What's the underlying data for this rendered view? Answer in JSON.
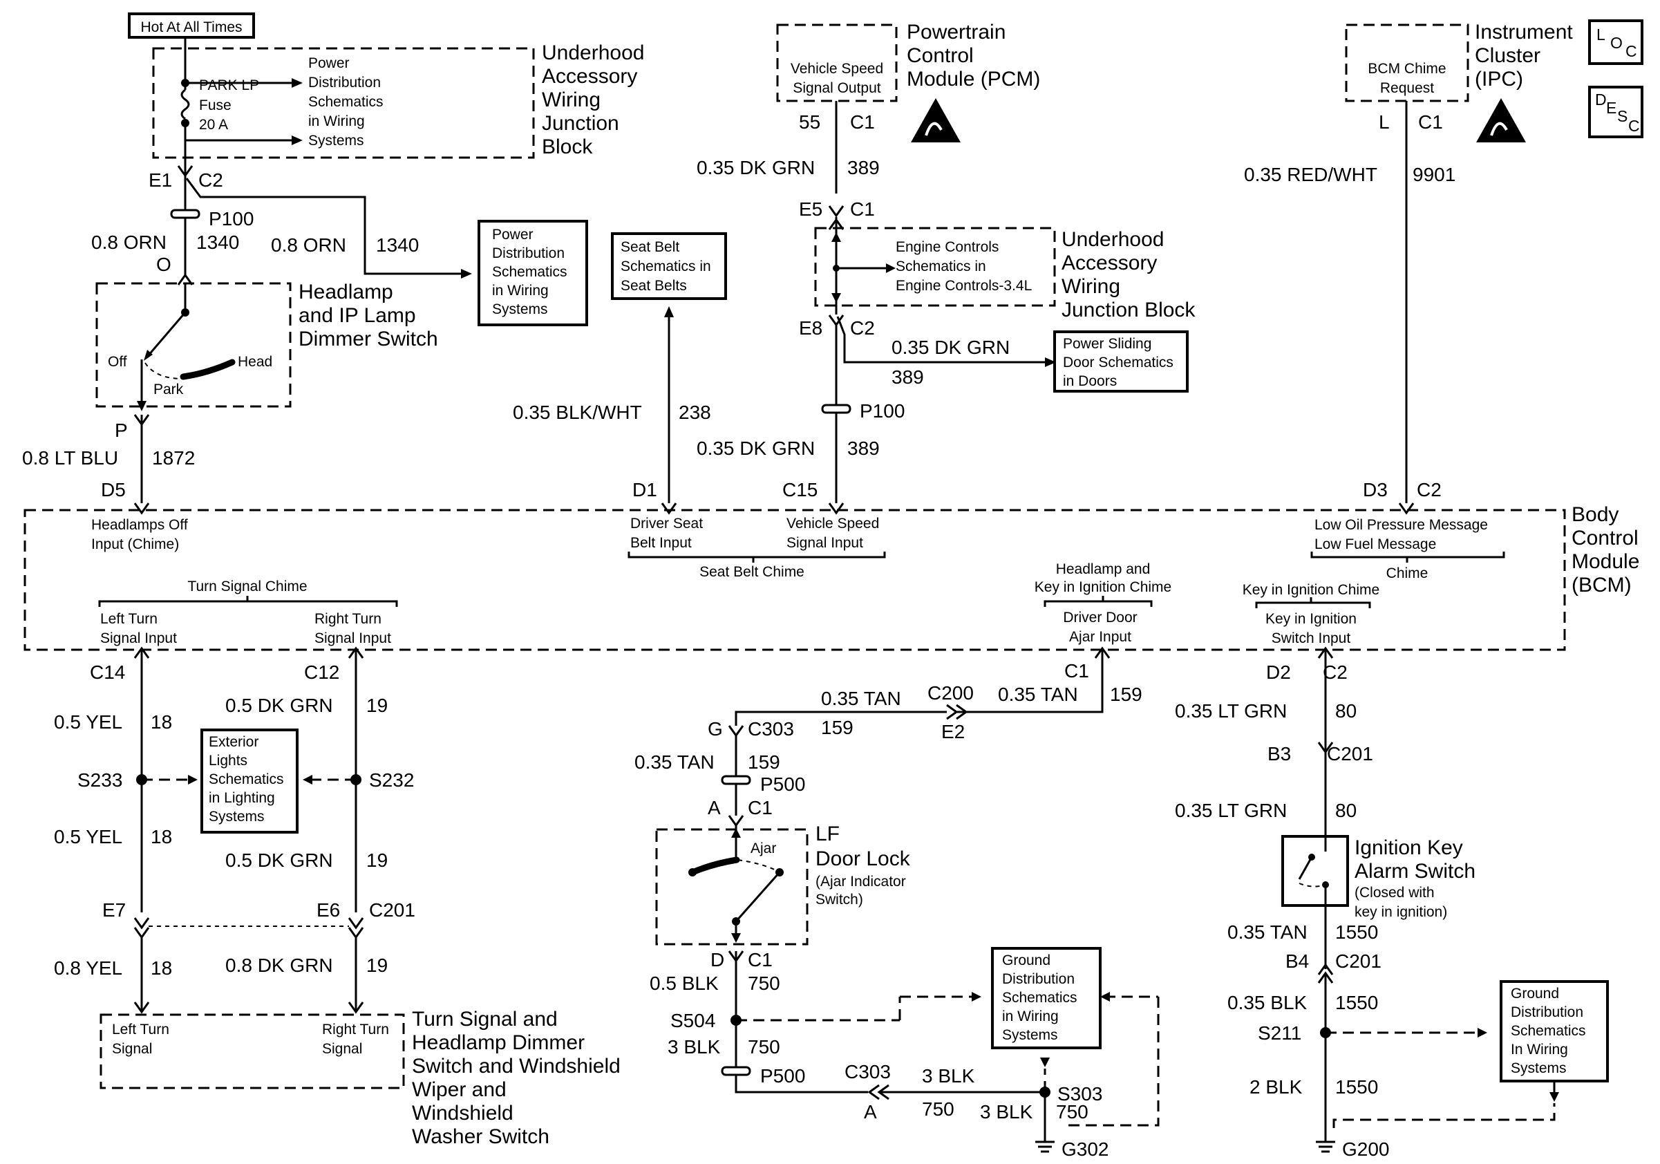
{
  "colors": {
    "ink": "#000000",
    "background": "#ffffff"
  },
  "icons": [
    "esd-warning-icon",
    "loc-icon",
    "desc-icon",
    "ground-symbol-icon",
    "fuse-icon",
    "connector-inline-icon"
  ],
  "hot": "Hot At All Times",
  "ujb1": {
    "fuse_name": "PARK LP",
    "fuse_word": "Fuse",
    "fuse_amp": "20 A",
    "ref1": [
      "Power",
      "Distribution",
      "Schematics",
      "in Wiring",
      "Systems"
    ],
    "title": [
      "Underhood",
      "Accessory",
      "Wiring",
      "Junction",
      "Block"
    ]
  },
  "left": {
    "e1": "E1",
    "c2": "C2",
    "p100": "P100",
    "w1": "0.8 ORN",
    "c1": "1340",
    "o": "O",
    "w2": "0.8 ORN",
    "c2b": "1340",
    "ref2": [
      "Power",
      "Distribution",
      "Schematics",
      "in Wiring",
      "Systems"
    ],
    "hsw_title": [
      "Headlamp",
      "and IP Lamp",
      "Dimmer Switch"
    ],
    "off": "Off",
    "head": "Head",
    "park": "Park",
    "p": "P",
    "w3": "0.8 LT BLU",
    "c3": "1872",
    "d5": "D5"
  },
  "seatbelt": {
    "ref": [
      "Seat Belt",
      "Schematics in",
      "Seat Belts"
    ],
    "wire": "0.35 BLK/WHT",
    "circuit": "238",
    "pin": "D1"
  },
  "pcm": {
    "box": [
      "Vehicle Speed",
      "Signal Output"
    ],
    "title": [
      "Powertrain",
      "Control",
      "Module (PCM)"
    ],
    "pin55": "55",
    "c1": "C1",
    "w1": "0.35 DK GRN",
    "c389": "389",
    "e5": "E5",
    "c1b": "C1",
    "ujb_ref": [
      "Engine Controls",
      "Schematics in",
      "Engine Controls-3.4L"
    ],
    "ujb_title": [
      "Underhood",
      "Accessory",
      "Wiring",
      "Junction Block"
    ],
    "e8": "E8",
    "c2": "C2",
    "w2": "0.35 DK GRN",
    "c389b": "389",
    "psd_ref": [
      "Power Sliding",
      "Door Schematics",
      "in Doors"
    ],
    "p100": "P100",
    "w3": "0.35 DK GRN",
    "c389c": "389",
    "c15": "C15"
  },
  "ipc": {
    "box": [
      "BCM Chime",
      "Request"
    ],
    "title": [
      "Instrument",
      "Cluster",
      "(IPC)"
    ],
    "l": "L",
    "c1": "C1",
    "wire": "0.35 RED/WHT",
    "circuit": "9901",
    "d3": "D3",
    "c2": "C2",
    "loc": [
      "L",
      "O",
      "C"
    ],
    "desc": [
      "D",
      "E",
      "S",
      "C"
    ]
  },
  "bcm": {
    "title": [
      "Body",
      "Control",
      "Module",
      "(BCM)"
    ],
    "hl_off": [
      "Headlamps Off",
      "Input (Chime)"
    ],
    "seat": [
      "Driver Seat",
      "Belt Input"
    ],
    "vss": [
      "Vehicle Speed",
      "Signal Input"
    ],
    "seat_chime": "Seat Belt Chime",
    "oil": [
      "Low Oil Pressure Message",
      "Low Fuel Message"
    ],
    "chime": "Chime",
    "ts_chime": "Turn Signal Chime",
    "lt": [
      "Left Turn",
      "Signal Input"
    ],
    "rt": [
      "Right Turn",
      "Signal Input"
    ],
    "hk_chime": [
      "Headlamp and",
      "Key in Ignition Chime"
    ],
    "door": [
      "Driver Door",
      "Ajar Input"
    ],
    "key_chime": "Key in Ignition Chime",
    "key": [
      "Key in Ignition",
      "Switch Input"
    ]
  },
  "turn": {
    "c14": "C14",
    "c12": "C12",
    "w1": "0.5 YEL",
    "c18": "18",
    "w2": "0.5 DK GRN",
    "c19": "19",
    "s233": "S233",
    "s232": "S232",
    "ext": [
      "Exterior",
      "Lights",
      "Schematics",
      "in Lighting",
      "Systems"
    ],
    "w3": "0.5 YEL",
    "c18b": "18",
    "w4": "0.5 DK GRN",
    "c19b": "19",
    "e7": "E7",
    "e6": "E6",
    "c201": "C201",
    "w5": "0.8 YEL",
    "c18c": "18",
    "w6": "0.8 DK GRN",
    "c19c": "19",
    "lts": [
      "Left Turn",
      "Signal"
    ],
    "rts": [
      "Right Turn",
      "Signal"
    ],
    "title": [
      "Turn Signal and",
      "Headlamp Dimmer",
      "Switch and Windshield",
      "Wiper and",
      "Windshield",
      "Washer Switch"
    ]
  },
  "door": {
    "c1": "C1",
    "w1": "0.35 TAN",
    "c200": "C200",
    "w2": "0.35 TAN",
    "c159": "159",
    "c159b": "159",
    "e2": "E2",
    "g": "G",
    "c303": "C303",
    "w3": "0.35 TAN",
    "c159c": "159",
    "p500": "P500",
    "a": "A",
    "c1b": "C1",
    "ajar": "Ajar",
    "title": [
      "LF",
      "Door Lock"
    ],
    "sub": [
      "(Ajar Indicator",
      "Switch)"
    ],
    "d": "D",
    "c1c": "C1",
    "w4": "0.5 BLK",
    "c750": "750",
    "s504": "S504",
    "w5": "3 BLK",
    "c750b": "750",
    "p500b": "P500",
    "c303b": "C303",
    "a2": "A",
    "w6": "3 BLK",
    "c750c": "750",
    "s303": "S303",
    "w7": "3 BLK",
    "c750d": "750",
    "g302": "G302",
    "gnd": [
      "Ground",
      "Distribution",
      "Schematics",
      "in Wiring",
      "Systems"
    ]
  },
  "key": {
    "d2": "D2",
    "c2": "C2",
    "w1": "0.35 LT GRN",
    "c80": "80",
    "b3": "B3",
    "c201": "C201",
    "w2": "0.35 LT GRN",
    "c80b": "80",
    "title": [
      "Ignition Key",
      "Alarm Switch"
    ],
    "sub": [
      "(Closed with",
      "key in ignition)"
    ],
    "w3": "0.35 TAN",
    "c1550": "1550",
    "b4": "B4",
    "c201b": "C201",
    "w4": "0.35 BLK",
    "c1550b": "1550",
    "s211": "S211",
    "w5": "2 BLK",
    "c1550c": "1550",
    "g200": "G200",
    "gnd": [
      "Ground",
      "Distribution",
      "Schematics",
      "In Wiring",
      "Systems"
    ]
  }
}
